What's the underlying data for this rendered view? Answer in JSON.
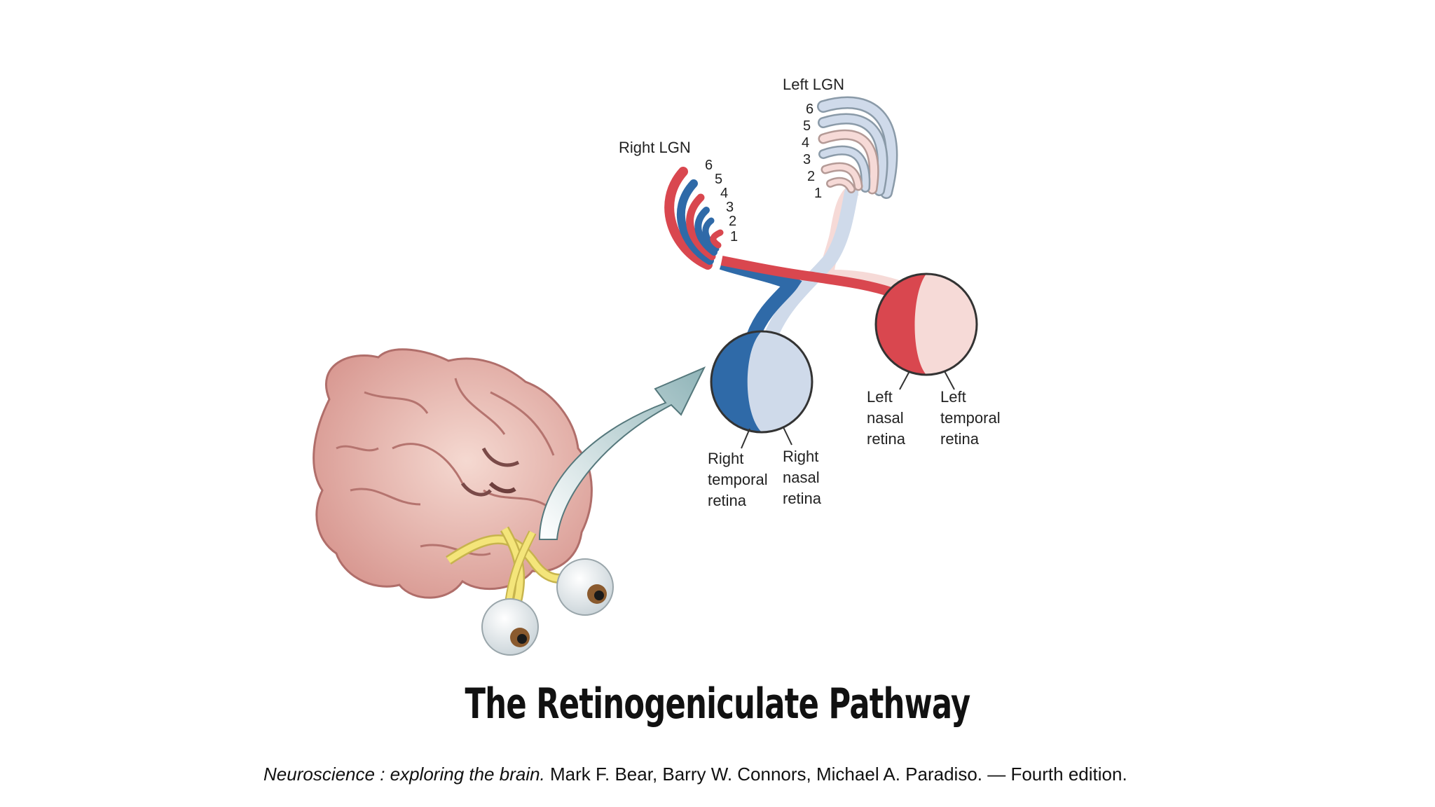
{
  "slide": {
    "title": "The Retinogeniculate Pathway",
    "citation_italic": "Neuroscience : exploring the brain.",
    "citation_rest": " Mark F. Bear, Barry W. Connors, Michael A. Paradiso. — Fourth edition."
  },
  "diagram": {
    "left_lgn": "Left LGN",
    "right_lgn": "Right LGN",
    "layer_numbers": [
      "6",
      "5",
      "4",
      "3",
      "2",
      "1"
    ],
    "left_nasal_retina": [
      "Left",
      "nasal",
      "retina"
    ],
    "left_temporal_retina": [
      "Left",
      "temporal",
      "retina"
    ],
    "right_temporal_retina": [
      "Right",
      "temporal",
      "retina"
    ],
    "right_nasal_retina": [
      "Right",
      "nasal",
      "retina"
    ]
  },
  "colors": {
    "red": "#d9474f",
    "light_red": "#f6dad7",
    "blue": "#2f6aa8",
    "light_blue": "#cfdaea",
    "nerve": "#f4e57a"
  }
}
